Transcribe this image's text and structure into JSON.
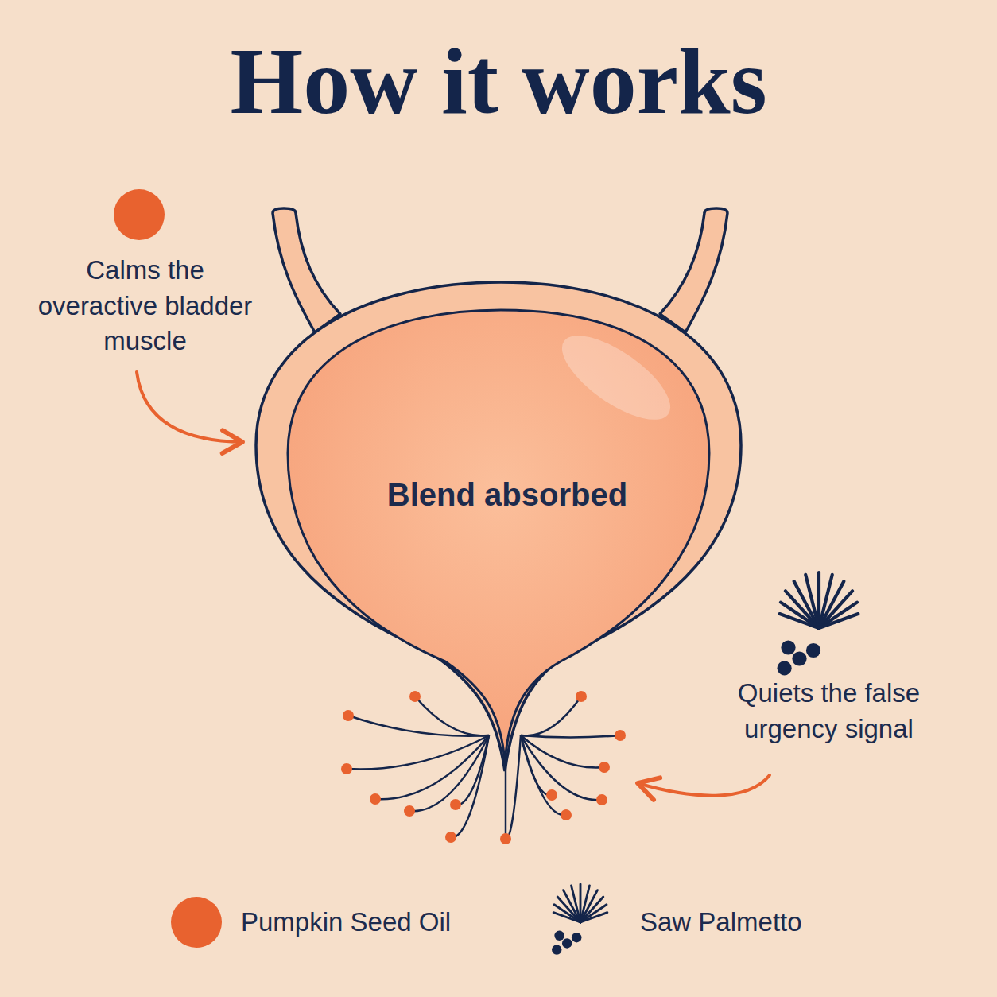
{
  "diagram": {
    "title": "How it works",
    "nodes": [
      {
        "text": [
          "Blend absorbed"
        ]
      }
    ],
    "labels": [
      "Calms the overactive bladder muscle",
      "Quiets the false urgency signal"
    ],
    "legend": [
      {
        "text": "Pumpkin Seed Oil",
        "color": "#e8622f"
      },
      {
        "text": "Saw Palmetto"
      }
    ]
  }
}
